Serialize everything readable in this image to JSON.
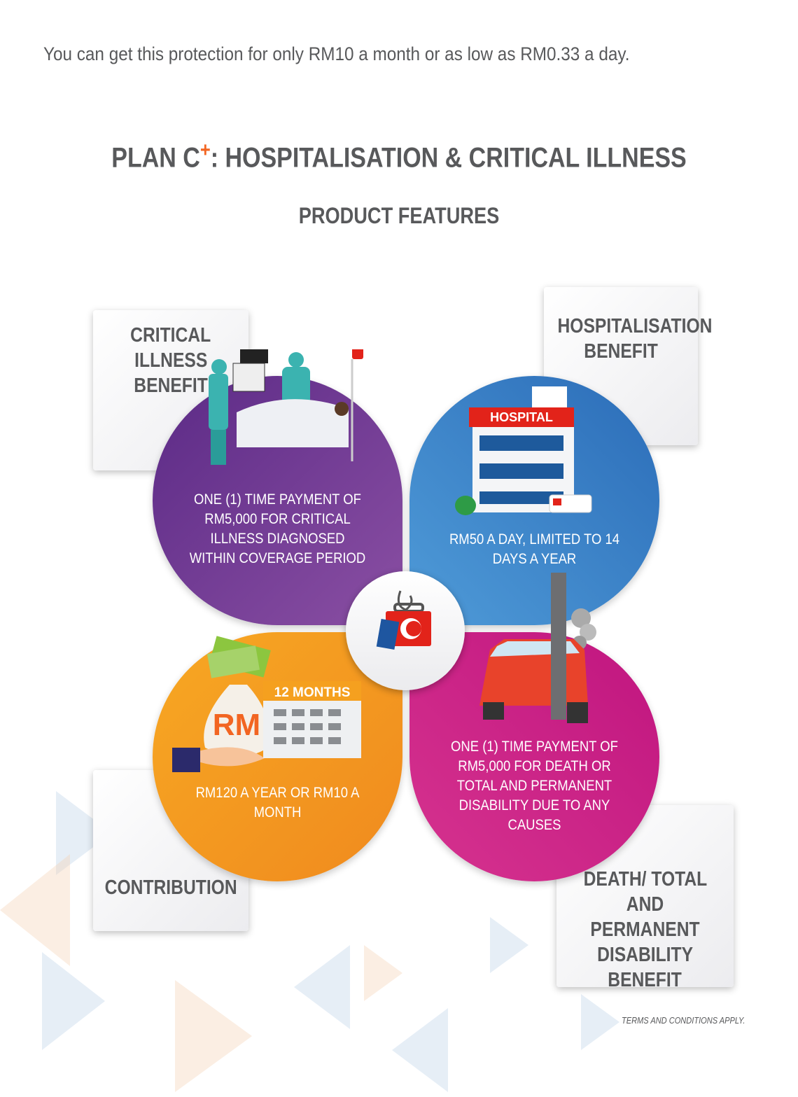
{
  "intro": "You can get this protection for only RM10 a month or as low as RM0.33 a day.",
  "title": {
    "prefix": "PLAN C",
    "plus": "+",
    "rest": ": HOSPITALISATION & CRITICAL ILLNESS"
  },
  "subtitle": "PRODUCT FEATURES",
  "features": [
    {
      "label_lines": [
        "CRITICAL",
        "ILLNESS",
        "BENEFIT"
      ],
      "desc": "ONE (1) TIME PAYMENT OF RM5,000 FOR CRITICAL ILLNESS DIAGNOSED WITHIN COVERAGE PERIOD",
      "color": "#7b3f98"
    },
    {
      "label_lines": [
        "HOSPITALISATION",
        "BENEFIT"
      ],
      "desc": "RM50 A DAY, LIMITED TO 14 DAYS A YEAR",
      "sign": "HOSPITAL",
      "color": "#3a86c8"
    },
    {
      "label_lines": [
        "CONTRIBUTION"
      ],
      "desc": "RM120 A YEAR OR RM10 A MONTH",
      "bag": "RM",
      "calendar": "12 MONTHS",
      "color": "#f5a01f"
    },
    {
      "label_lines": [
        "DEATH/ TOTAL",
        "AND PERMANENT",
        "DISABILITY",
        "BENEFIT"
      ],
      "desc": "ONE (1) TIME PAYMENT OF RM5,000 FOR DEATH OR TOTAL AND PERMANENT DISABILITY DUE TO ANY CAUSES",
      "color": "#c71d86"
    }
  ],
  "terms": "TERMS AND CONDITIONS APPLY."
}
